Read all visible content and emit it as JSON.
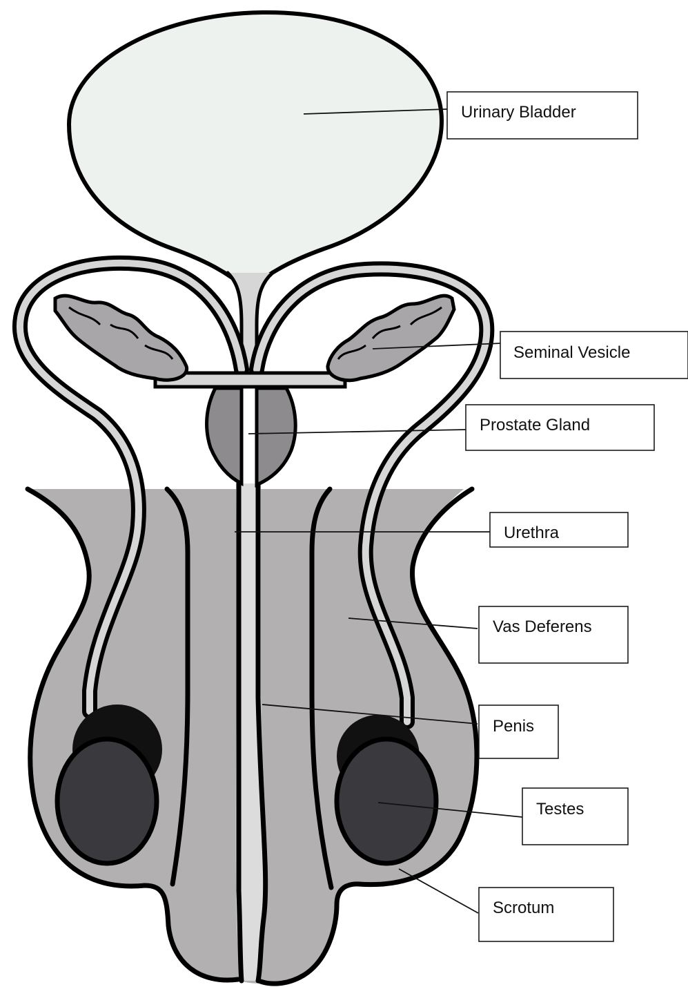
{
  "labels": {
    "urinary_bladder": "Urinary Bladder",
    "seminal_vesicle": "Seminal Vesicle",
    "prostate_gland": "Prostate Gland",
    "urethra": "Urethra",
    "vas_deferens": "Vas Deferens",
    "penis": "Penis",
    "testes": "Testes",
    "scrotum": "Scrotum"
  },
  "colors": {
    "bladder_fill": "#eef2ee",
    "scrotum_fill": "#b3b0b2",
    "prostate_fill": "#8e8b8f",
    "testis_fill": "#3a3a3e",
    "duct_fill": "#d6d6d6",
    "vesicle_fill": "#a9a6a9",
    "urethra_fill": "#dcdcdc",
    "outline": "#000000"
  }
}
